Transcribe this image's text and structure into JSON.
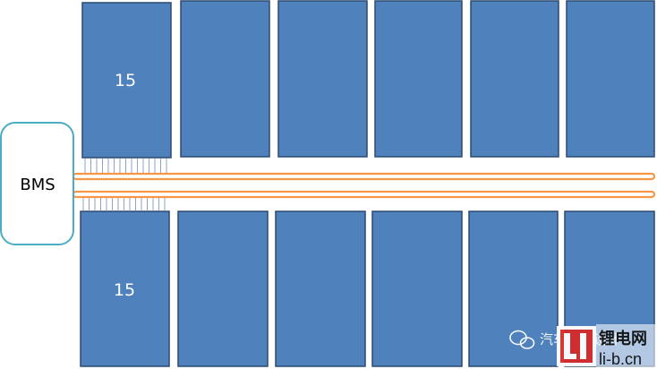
{
  "bms": {
    "label": "BMS"
  },
  "top_row": [
    {
      "label": "15"
    },
    {
      "label": ""
    },
    {
      "label": ""
    },
    {
      "label": ""
    },
    {
      "label": ""
    },
    {
      "label": ""
    }
  ],
  "bottom_row": [
    {
      "label": "15"
    },
    {
      "label": ""
    },
    {
      "label": ""
    },
    {
      "label": ""
    },
    {
      "label": ""
    },
    {
      "label": ""
    }
  ],
  "sense_wires_per_module": 15,
  "colors": {
    "cell_fill": "#4F81BD",
    "cell_stroke": "#2C4A70",
    "bus": "#F79646",
    "bms_stroke": "#4BACC6",
    "wire": "#6F8DB8"
  },
  "watermark": {
    "text": "汽车电子设计",
    "logo_text": "LI",
    "cn": "锂电网",
    "url": "li-b.cn",
    "icon": "wechat-icon"
  }
}
